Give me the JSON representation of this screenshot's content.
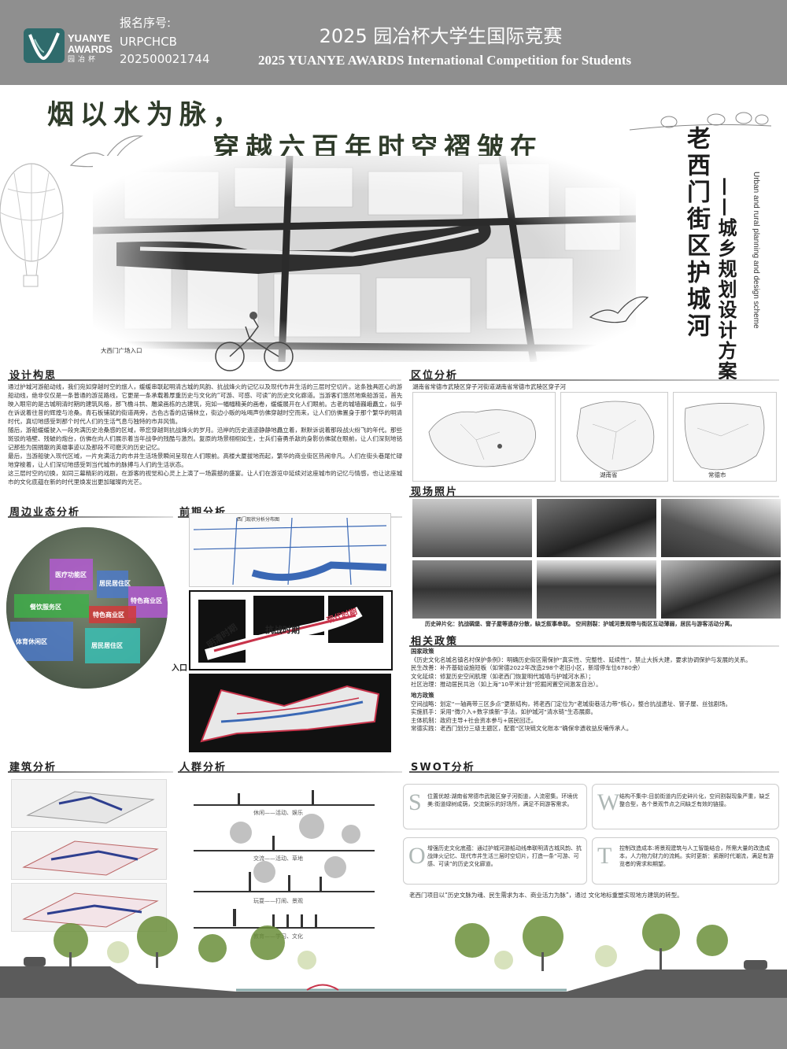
{
  "header": {
    "logo_text_en_1": "YUANYE",
    "logo_text_en_2": "AWARDS",
    "logo_text_cn": "园冶杯",
    "reg_label": "报名序号:",
    "reg_code": "URPCHCB",
    "reg_number": "202500021744",
    "title_cn": "2025 园冶杯大学生国际竞赛",
    "title_en": "2025 YUANYE AWARDS International Competition for  Students"
  },
  "poster": {
    "poem_line1": "烟以水为脉，",
    "poem_line2": "穿越六百年时空褶皱在",
    "project_title": "老西门街区护城河",
    "project_subtitle": "——城乡规划设计方案",
    "project_en": "Urban and rural planning and design scheme",
    "map_caption": "大西门广场入口"
  },
  "design": {
    "heading": "设计构思",
    "paragraphs": [
      "通过护城河游船动线，我们宛如穿越时空的旅人，缓缓串联起明清古城的风韵、抗战烽火的记忆以及现代市井生活的三层时空切片。这条独具匠心的游船动线，绝非仅仅是一条普通的游览路线，它更是一条承载着厚重历史与文化的“可游、可感、可读”的历史文化廊道。当游客们悠然地乘船游览，首先映入眼帘的是古城明清时期的建筑风格，那飞檐斗拱、雕梁画栋的古建筑，宛如一幅幅精美的画卷，缓缓展开在人们眼前。古老的城墙巍峨矗立，似乎在诉说着往昔的辉煌与沧桑。青石板铺就的街道两旁，古色古香的店铺林立，街边小贩的吆喝声仿佛穿越时空而来，让人们仿佛置身于那个繁华的明清时代，真切地感受到那个时代人们的生活气息与独特的市井风情。",
      "随后，游船缓缓驶入一段充满历史沧桑感的区域，带您穿越到抗战烽火的岁月。沿岸的历史遗迹静静地矗立着，默默诉说着那段战火纷飞的年代。那些斑驳的墙壁、残破的炮台，仿佛在向人们展示着当年战争的残酷与激烈。复原的场景栩栩如生，士兵们奋勇杀敌的身影仿佛就在眼前，让人们深刻地铭记那些为国捐躯的英雄事迹以及那段不可磨灭的历史记忆。",
      "最后，当游船驶入现代区域，一片充满活力的市井生活场景瞬间呈现在人们眼前。高楼大厦拔地而起，繁华的商业街区热闹非凡。人们在街头巷尾忙碌地穿梭着，让人们深切地感受到当代城市的脉搏与人们的生活状态。",
      "这三层时空的切换，如同三幕精彩的戏剧，在游客的视觉和心灵上上演了一场震撼的盛宴。让人们在游览中延续对这座城市的记忆与情感，也让这座城市的文化底蕴在新的时代里焕发出更加璀璨的光芒。"
    ]
  },
  "location": {
    "heading": "区位分析",
    "path": "湖南省常德市武陵区穿子河街道湖南省常德市武陵区穿子河",
    "label_province": "湖南省",
    "label_city": "常德市"
  },
  "photos": {
    "heading": "现场照片",
    "caption": "历史碎片化：抗战碉堡、窨子屋等遗存分散，缺乏叙事串联。   空间割裂：护城河景观带与街区互动薄弱，居民与游客活动分离。"
  },
  "landuse": {
    "heading": "周边业态分析",
    "zones": [
      "医疗功能区",
      "居民居住区",
      "特色商业区",
      "餐饮服务区",
      "体育休闲区",
      "特色商业区",
      "居民居住区"
    ]
  },
  "preanalysis": {
    "heading": "前期分析",
    "map_title": "西门现状分析分布图",
    "period1": "明清时期",
    "period2": "抗战时期",
    "period3": "现代时期",
    "entrance": "入口"
  },
  "policy": {
    "heading": "相关政策",
    "national_title": "国家政策",
    "national": [
      "《历史文化名城名镇名村保护条例》：明确历史街区需保护“真实性、完整性、延续性”，禁止大拆大建，要求协调保护与发展的关系。",
      "民生改善：补齐基础设施短板（如常德2022年改造298个老旧小区，新增停车位6780余）",
      "文化延续：修复历史空间肌理（如老西门恢复明代城墙与护城河水系）；",
      "社区治理：推动居民共治（如上海“10平米计划”挖掘闲置空间激发自治）。"
    ],
    "local_title": "地方政策",
    "local": [
      "空间战略：划定“一轴两带三区多点”更新结构，将老西门定位为“老城街巷活力带”核心，整合抗战遗址、窨子屋、丝弦剧场。",
      "实施抓手：采用“微介入+数字焕新”手法，如护城河“清水链”生态展廊。",
      "主体机制：政府主导+社会资本参与+居民回迁。",
      "常德实践：老西门划分三级主题区，配套“区块链文化账本”确保非遗收益反哺传承人。"
    ]
  },
  "architecture": {
    "heading": "建筑分析"
  },
  "crowd": {
    "heading": "人群分析",
    "rows": [
      "休闲——活动、娱乐",
      "交流——活动、草地",
      "玩耍——打闹、景观",
      "教育——学习、文化"
    ]
  },
  "swot": {
    "heading": "SWOT分析",
    "S_letter": "S",
    "S_text": "位置优越:湖南省常德市武陵区穿子河街道，人流密集。环境优美:街道绿树成荫，交流娱乐的好场所，满足不同游客需求。",
    "W_letter": "W",
    "W_text": "结构不集中:目前街道内历史碎片化，空间割裂现象严重，缺乏整合型，各个景观节点之间缺乏有效的链接。",
    "O_letter": "O",
    "O_text": "增强历史文化底蕴：通过护城河游船动线串联明清古城风韵、抗战烽火记忆、现代市井生活三层时空切片，打造一条“可游、可感、可读”的历史文化廊道。",
    "T_letter": "T",
    "T_text": "控制改造成本:将景观建筑与人工智能结合，所需大量的改造成本，人力物力财力的流耗。实时更新：紧跟时代潮流，满足有游览者的需求和期望。",
    "summary": "老西门项目以“历史文脉为魂、民生需求为本、商业活力为脉”，通过 文化地标重塑实现地方建筑的转型。"
  },
  "colors": {
    "header_bg": "#8f8f8f",
    "logo_bg": "#2f6b6c",
    "zone_purple": "#b35bd1",
    "zone_blue": "#4e7ac8",
    "zone_green": "#3fae4a",
    "zone_red": "#d23a3a",
    "zone_cyan": "#3bbfb4"
  }
}
